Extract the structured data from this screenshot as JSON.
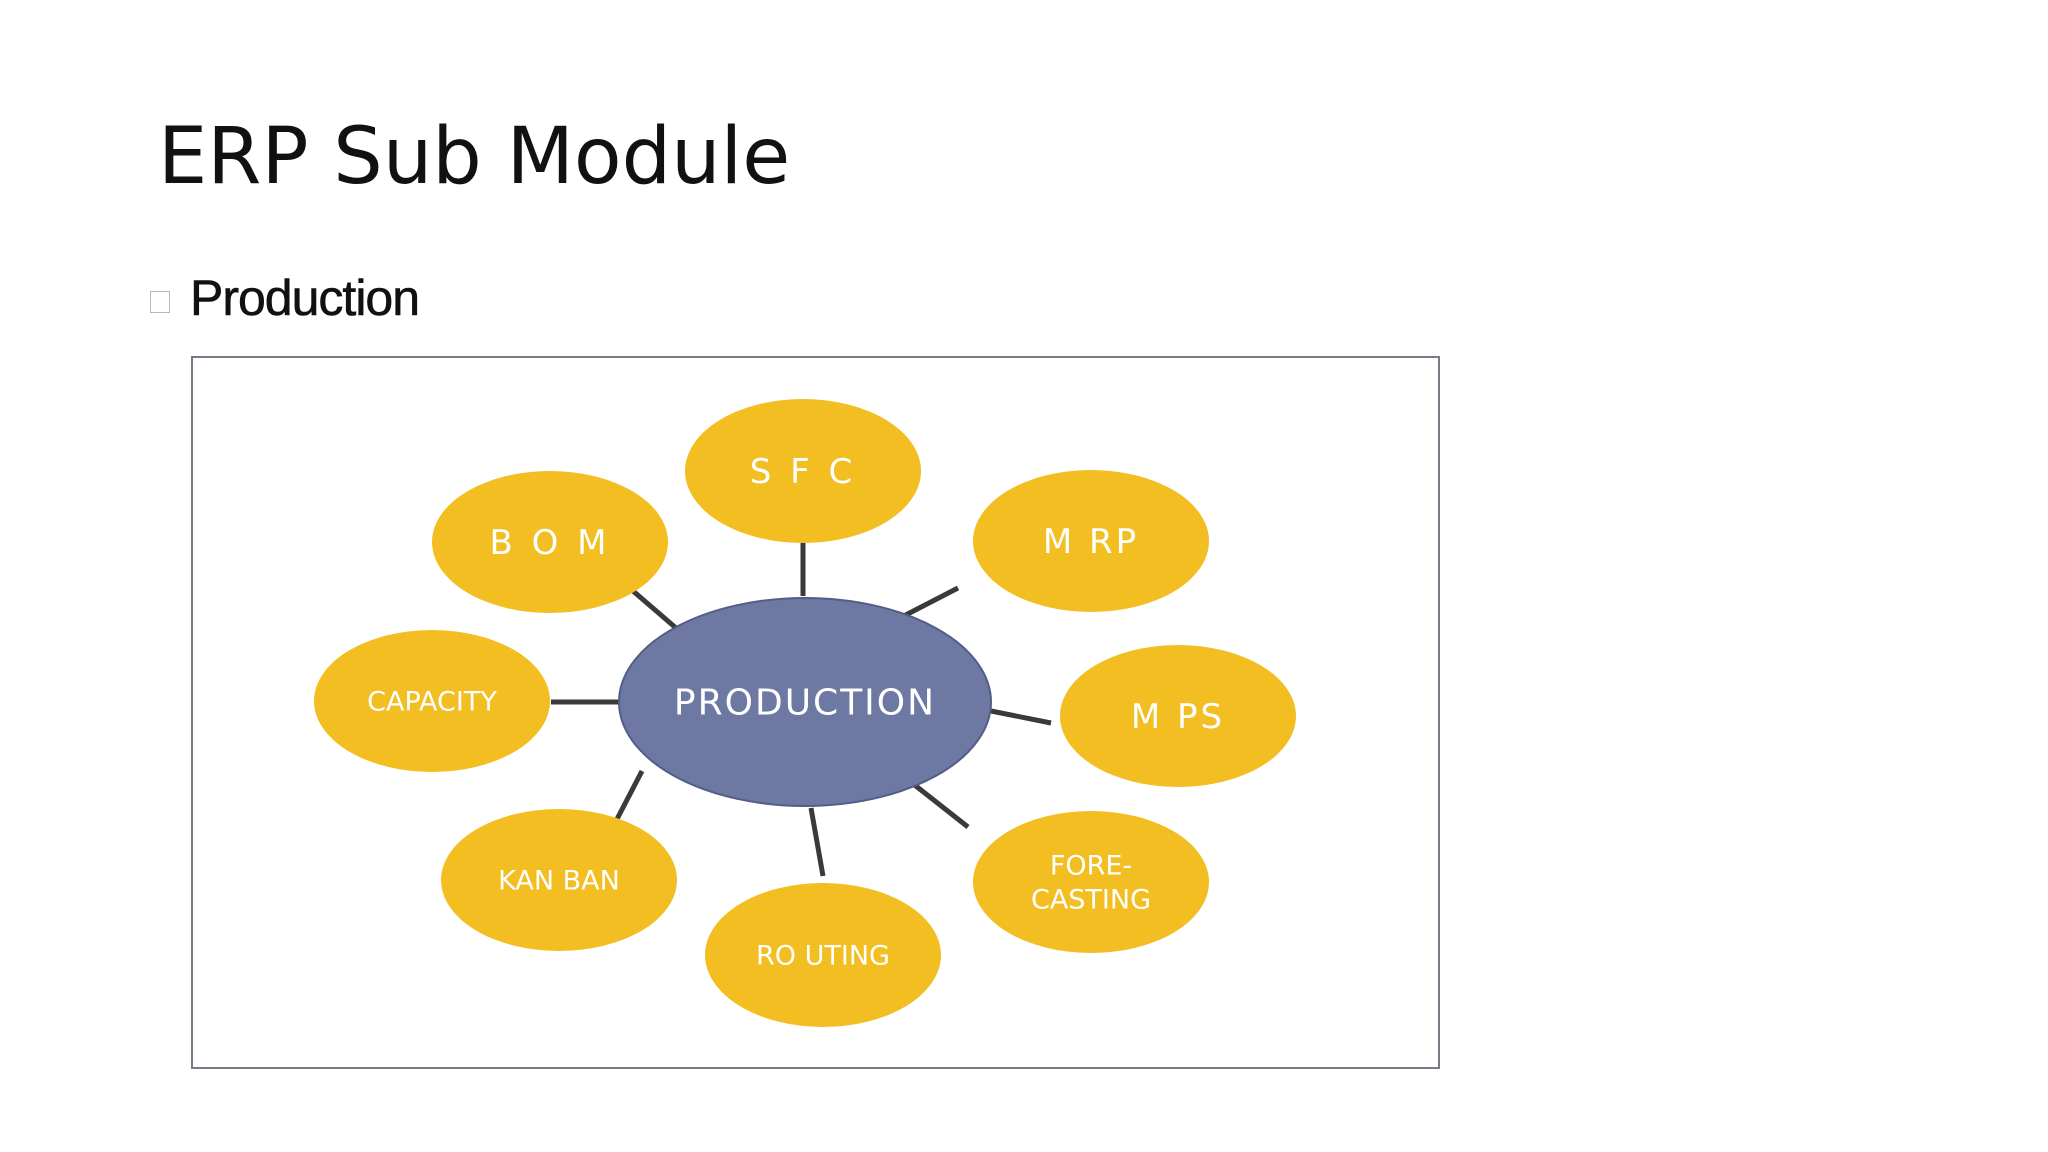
{
  "slide": {
    "title": "ERP Sub Module",
    "bullet": "Production"
  },
  "colors": {
    "satellite_fill": "#F3BE22",
    "center_fill": "#6D78A3",
    "center_stroke": "#535D87",
    "connector": "#3a3a3a",
    "label_text": "#FFFFFF"
  },
  "diagram": {
    "center": {
      "label": "PRODUCTION"
    },
    "satellites": [
      {
        "id": "sfc",
        "lines": [
          "S F C"
        ]
      },
      {
        "id": "bom",
        "lines": [
          "B O M"
        ]
      },
      {
        "id": "mrp",
        "lines": [
          "M RP"
        ]
      },
      {
        "id": "capacity",
        "lines": [
          "CAPACITY"
        ]
      },
      {
        "id": "mps",
        "lines": [
          "M PS"
        ]
      },
      {
        "id": "kanban",
        "lines": [
          "KAN BAN"
        ]
      },
      {
        "id": "forecasting",
        "lines": [
          "FORE-",
          "CASTING"
        ]
      },
      {
        "id": "routing",
        "lines": [
          "RO UTING"
        ]
      }
    ]
  }
}
